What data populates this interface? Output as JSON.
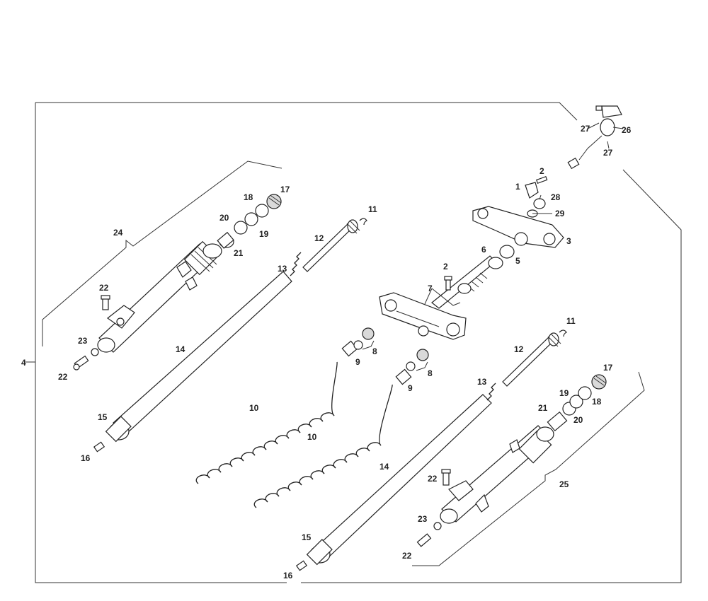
{
  "callouts": [
    {
      "id": "c4",
      "text": "4"
    },
    {
      "id": "c27a",
      "text": "27"
    },
    {
      "id": "c26",
      "text": "26"
    },
    {
      "id": "c27b",
      "text": "27"
    },
    {
      "id": "c2a",
      "text": "2"
    },
    {
      "id": "c1",
      "text": "1"
    },
    {
      "id": "c28",
      "text": "28"
    },
    {
      "id": "c29",
      "text": "29"
    },
    {
      "id": "c3",
      "text": "3"
    },
    {
      "id": "c6",
      "text": "6"
    },
    {
      "id": "c5",
      "text": "5"
    },
    {
      "id": "c2b",
      "text": "2"
    },
    {
      "id": "c7",
      "text": "7"
    },
    {
      "id": "c11a",
      "text": "11"
    },
    {
      "id": "c12a",
      "text": "12"
    },
    {
      "id": "c13a",
      "text": "13"
    },
    {
      "id": "c24",
      "text": "24"
    },
    {
      "id": "c17a",
      "text": "17"
    },
    {
      "id": "c18a",
      "text": "18"
    },
    {
      "id": "c20a",
      "text": "20"
    },
    {
      "id": "c19a",
      "text": "19"
    },
    {
      "id": "c21a",
      "text": "21"
    },
    {
      "id": "c22a",
      "text": "22"
    },
    {
      "id": "c23a",
      "text": "23"
    },
    {
      "id": "c22b",
      "text": "22"
    },
    {
      "id": "c14a",
      "text": "14"
    },
    {
      "id": "c15a",
      "text": "15"
    },
    {
      "id": "c16a",
      "text": "16"
    },
    {
      "id": "c8a",
      "text": "8"
    },
    {
      "id": "c9a",
      "text": "9"
    },
    {
      "id": "c8b",
      "text": "8"
    },
    {
      "id": "c9b",
      "text": "9"
    },
    {
      "id": "c10a",
      "text": "10"
    },
    {
      "id": "c10b",
      "text": "10"
    },
    {
      "id": "c11b",
      "text": "11"
    },
    {
      "id": "c12b",
      "text": "12"
    },
    {
      "id": "c13b",
      "text": "13"
    },
    {
      "id": "c17b",
      "text": "17"
    },
    {
      "id": "c19b",
      "text": "19"
    },
    {
      "id": "c18b",
      "text": "18"
    },
    {
      "id": "c21b",
      "text": "21"
    },
    {
      "id": "c20b",
      "text": "20"
    },
    {
      "id": "c14b",
      "text": "14"
    },
    {
      "id": "c25",
      "text": "25"
    },
    {
      "id": "c22c",
      "text": "22"
    },
    {
      "id": "c23b",
      "text": "23"
    },
    {
      "id": "c22d",
      "text": "22"
    },
    {
      "id": "c15b",
      "text": "15"
    },
    {
      "id": "c16b",
      "text": "16"
    }
  ]
}
